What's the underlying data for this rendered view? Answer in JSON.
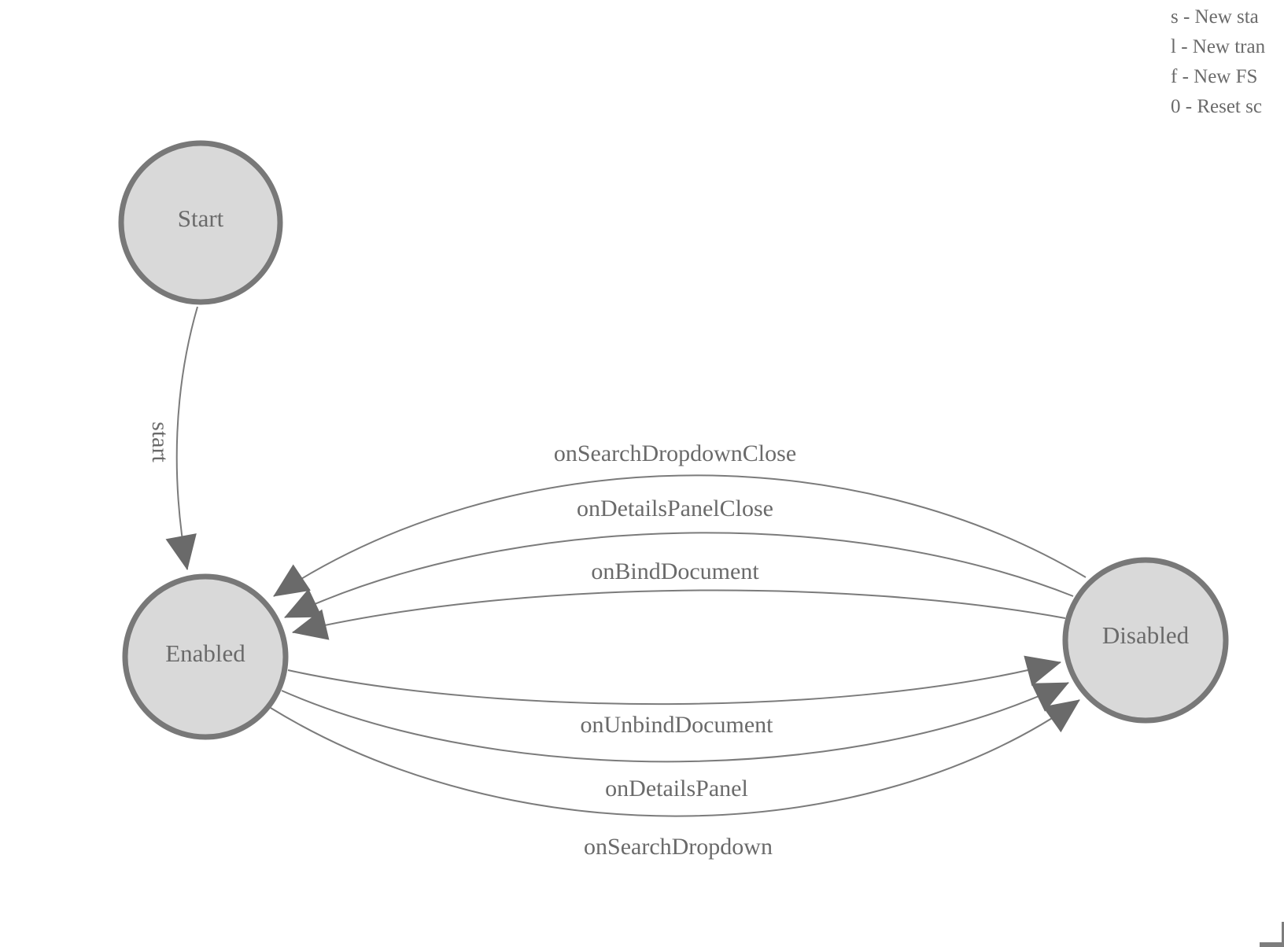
{
  "diagram": {
    "type": "fsm-state-diagram",
    "nodes": [
      {
        "id": "start",
        "label": "Start"
      },
      {
        "id": "enabled",
        "label": "Enabled"
      },
      {
        "id": "disabled",
        "label": "Disabled"
      }
    ],
    "edges": [
      {
        "label": "start",
        "from": "start",
        "to": "enabled"
      },
      {
        "label": "onSearchDropdownClose",
        "from": "disabled",
        "to": "enabled"
      },
      {
        "label": "onDetailsPanelClose",
        "from": "disabled",
        "to": "enabled"
      },
      {
        "label": "onBindDocument",
        "from": "disabled",
        "to": "enabled"
      },
      {
        "label": "onUnbindDocument",
        "from": "enabled",
        "to": "disabled"
      },
      {
        "label": "onDetailsPanel",
        "from": "enabled",
        "to": "disabled"
      },
      {
        "label": "onSearchDropdown",
        "from": "enabled",
        "to": "disabled"
      }
    ],
    "colors": {
      "node_fill": "#d9d9d9",
      "node_stroke": "#787878",
      "edge_stroke": "#7b7b7b",
      "arrow_fill": "#6a6a6a",
      "label_text": "#6a6a6a"
    }
  },
  "legend": {
    "lines": [
      "s - New sta",
      "l - New tran",
      "f - New FS",
      "0 - Reset sc"
    ]
  }
}
